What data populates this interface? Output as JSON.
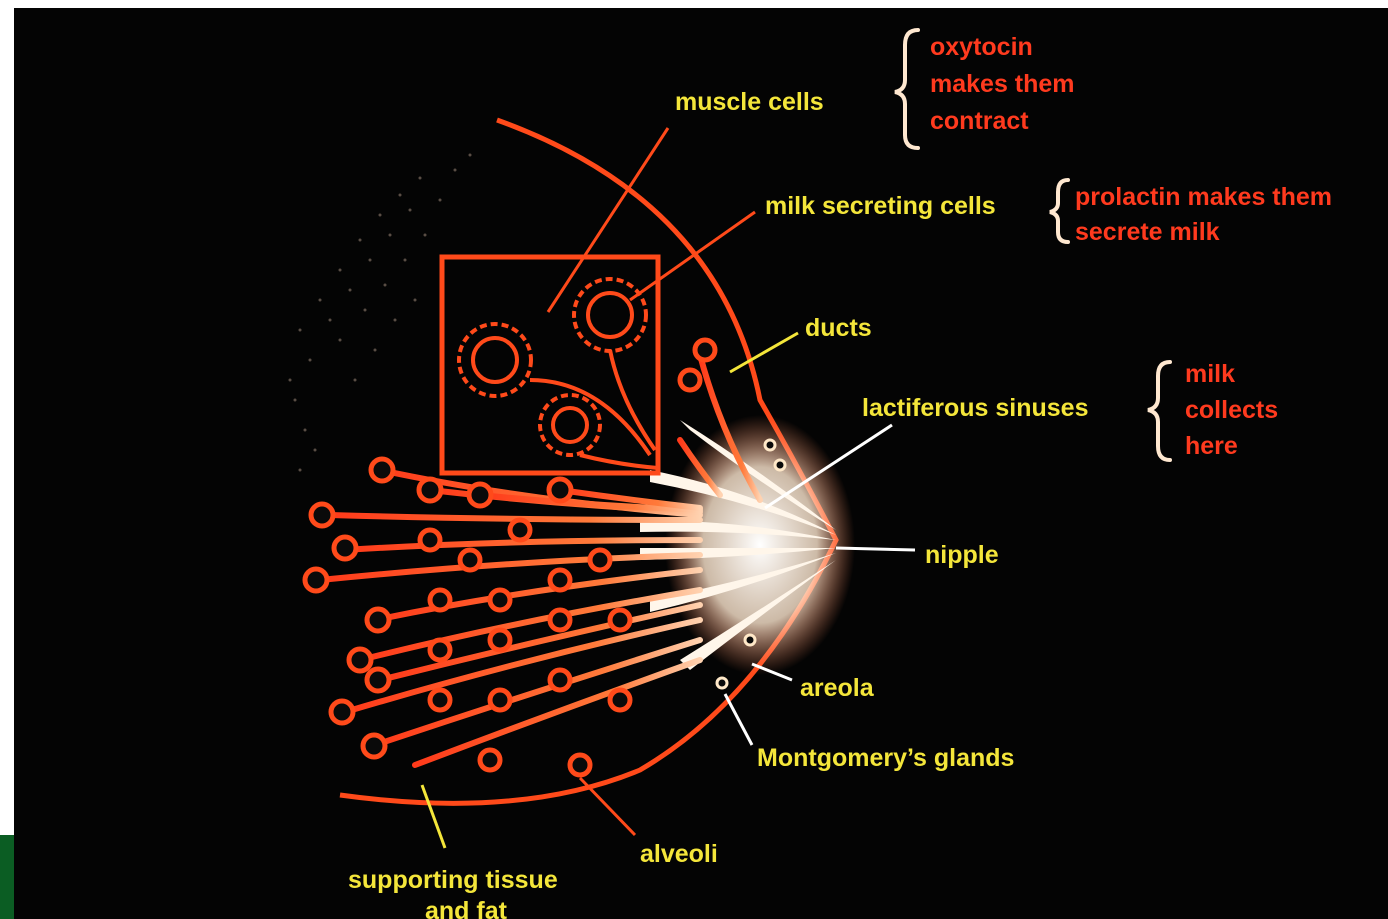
{
  "labels": {
    "muscle_cells": "muscle cells",
    "oxytocin_lines": [
      "oxytocin",
      "makes them",
      "contract"
    ],
    "milk_secreting_cells": "milk secreting cells",
    "prolactin_lines": [
      "prolactin makes them",
      "secrete milk"
    ],
    "ducts": "ducts",
    "lactiferous_sinuses": "lactiferous sinuses",
    "milk_collects_lines": [
      "milk",
      "collects",
      "here"
    ],
    "nipple": "nipple",
    "areola": "areola",
    "montgomerys_glands": "Montgomery’s glands",
    "alveoli": "alveoli",
    "supporting_tissue_lines": [
      "supporting tissue",
      "and fat"
    ]
  },
  "colors": {
    "background": "#040404",
    "label_yellow": "#f4e63a",
    "label_red": "#ff3a1e",
    "tissue_orange": "#ff5a1e",
    "sinus_white": "#fff6ea",
    "corner_green": "#0b5d23"
  }
}
